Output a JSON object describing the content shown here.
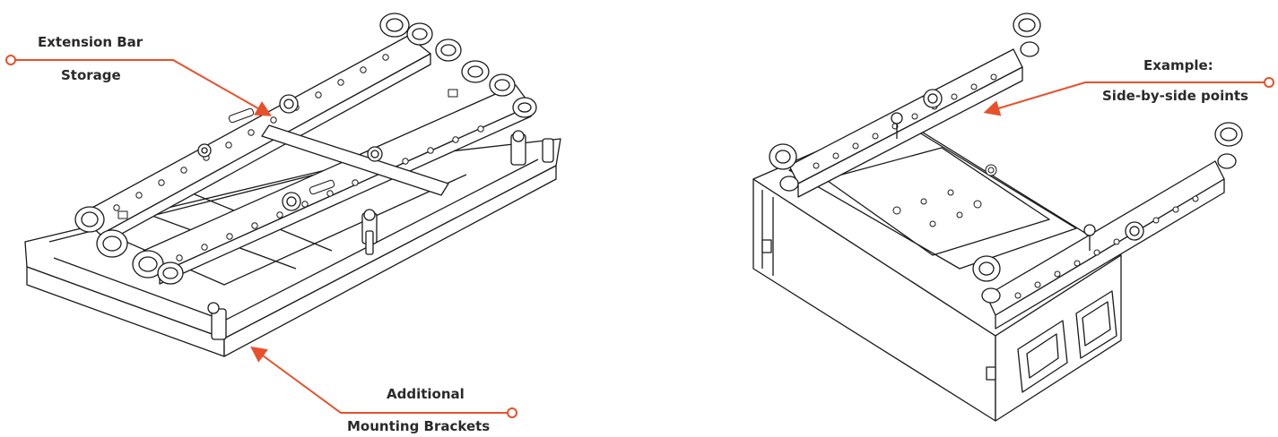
{
  "callouts": {
    "extension_bar": {
      "line1": "Extension Bar",
      "line2": "Storage"
    },
    "additional": {
      "line1": "Additional",
      "line2": "Mounting Brackets"
    },
    "example": {
      "line1": "Example:",
      "line2": "Side-by-side points"
    }
  },
  "colors": {
    "accent": "#e8502a",
    "line": "#1a1a1a",
    "text": "#2a2a2a"
  }
}
